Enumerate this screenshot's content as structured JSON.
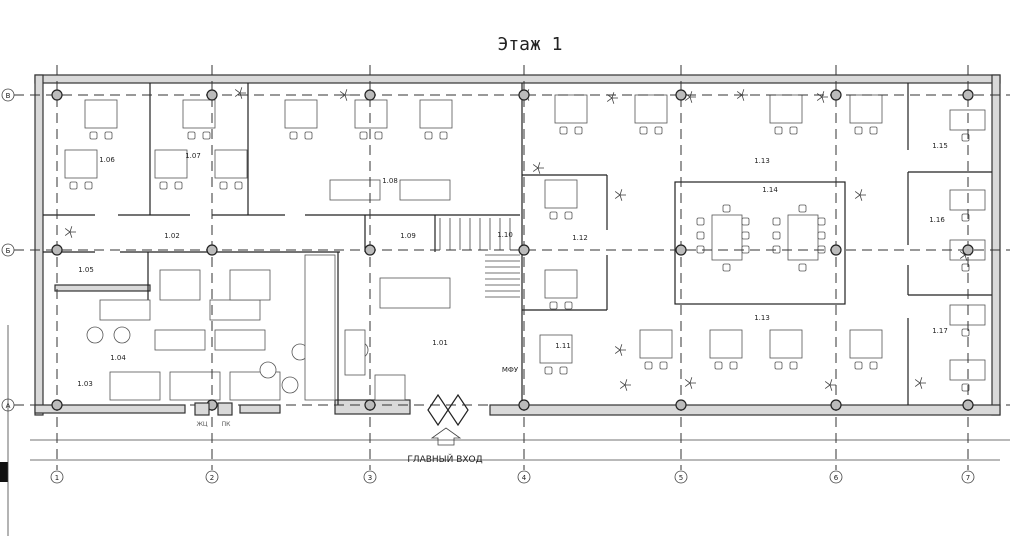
{
  "title": "Этаж 1",
  "entrance_label": "ГЛАВНЫЙ ВХОД",
  "annotations": {
    "mfu": "МФУ",
    "left_device": "ЖЦ",
    "right_device": "ПК"
  },
  "axes": {
    "rows": [
      "В",
      "Б",
      "А"
    ],
    "columns": [
      "1",
      "2",
      "3",
      "4",
      "5",
      "6",
      "7"
    ]
  },
  "rooms": [
    {
      "id": "1.01"
    },
    {
      "id": "1.02"
    },
    {
      "id": "1.03"
    },
    {
      "id": "1.04"
    },
    {
      "id": "1.05"
    },
    {
      "id": "1.06"
    },
    {
      "id": "1.07"
    },
    {
      "id": "1.08"
    },
    {
      "id": "1.09"
    },
    {
      "id": "1.10"
    },
    {
      "id": "1.11"
    },
    {
      "id": "1.12"
    },
    {
      "id": "1.13"
    },
    {
      "id": "1.14"
    },
    {
      "id": "1.13"
    },
    {
      "id": "1.15"
    },
    {
      "id": "1.16"
    },
    {
      "id": "1.17"
    }
  ]
}
